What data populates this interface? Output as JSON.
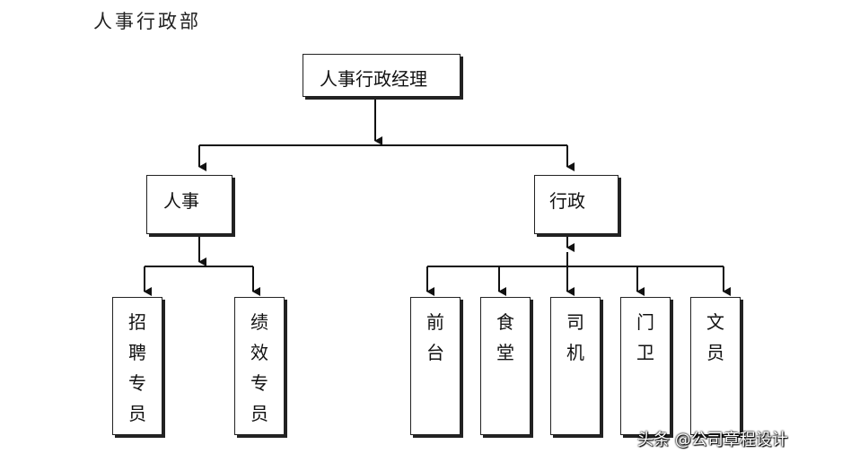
{
  "heading": "人事行政部",
  "root": "人事行政经理",
  "branches": [
    {
      "label": "人事",
      "children": [
        "招聘专员",
        "绩效专员"
      ]
    },
    {
      "label": "行政",
      "children": [
        "前台",
        "食堂",
        "司机",
        "门卫",
        "文员"
      ]
    }
  ],
  "watermark": "头条 @公司章程设计"
}
